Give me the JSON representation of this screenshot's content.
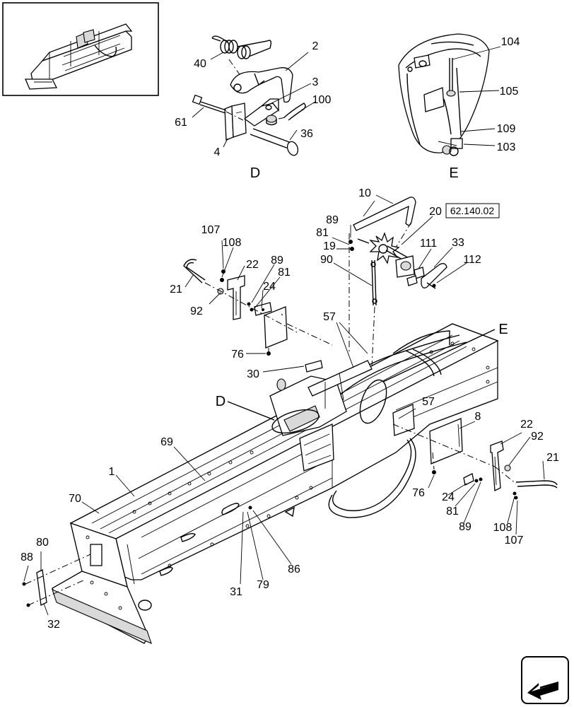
{
  "diagram": {
    "views": {
      "d": "D",
      "e": "E"
    },
    "reference": "62.140.02",
    "labels": [
      {
        "id": "40",
        "text": "40"
      },
      {
        "id": "2",
        "text": "2"
      },
      {
        "id": "3",
        "text": "3"
      },
      {
        "id": "100",
        "text": "100"
      },
      {
        "id": "61",
        "text": "61"
      },
      {
        "id": "36",
        "text": "36"
      },
      {
        "id": "4",
        "text": "4"
      },
      {
        "id": "104",
        "text": "104"
      },
      {
        "id": "105",
        "text": "105"
      },
      {
        "id": "109",
        "text": "109"
      },
      {
        "id": "103",
        "text": "103"
      },
      {
        "id": "10",
        "text": "10"
      },
      {
        "id": "20",
        "text": "20"
      },
      {
        "id": "89a",
        "text": "89"
      },
      {
        "id": "81a",
        "text": "81"
      },
      {
        "id": "19",
        "text": "19"
      },
      {
        "id": "90",
        "text": "90"
      },
      {
        "id": "111",
        "text": "111"
      },
      {
        "id": "33",
        "text": "33"
      },
      {
        "id": "112",
        "text": "112"
      },
      {
        "id": "107a",
        "text": "107"
      },
      {
        "id": "108a",
        "text": "108"
      },
      {
        "id": "22a",
        "text": "22"
      },
      {
        "id": "89b",
        "text": "89"
      },
      {
        "id": "81b",
        "text": "81"
      },
      {
        "id": "24a",
        "text": "24"
      },
      {
        "id": "21a",
        "text": "21"
      },
      {
        "id": "92a",
        "text": "92"
      },
      {
        "id": "57a",
        "text": "57"
      },
      {
        "id": "76a",
        "text": "76"
      },
      {
        "id": "30",
        "text": "30"
      },
      {
        "id": "57b",
        "text": "57"
      },
      {
        "id": "8",
        "text": "8"
      },
      {
        "id": "22b",
        "text": "22"
      },
      {
        "id": "92b",
        "text": "92"
      },
      {
        "id": "21b",
        "text": "21"
      },
      {
        "id": "69",
        "text": "69"
      },
      {
        "id": "1",
        "text": "1"
      },
      {
        "id": "70",
        "text": "70"
      },
      {
        "id": "76b",
        "text": "76"
      },
      {
        "id": "24b",
        "text": "24"
      },
      {
        "id": "81c",
        "text": "81"
      },
      {
        "id": "89c",
        "text": "89"
      },
      {
        "id": "108b",
        "text": "108"
      },
      {
        "id": "107b",
        "text": "107"
      },
      {
        "id": "88",
        "text": "88"
      },
      {
        "id": "80",
        "text": "80"
      },
      {
        "id": "31",
        "text": "31"
      },
      {
        "id": "79",
        "text": "79"
      },
      {
        "id": "86",
        "text": "86"
      },
      {
        "id": "32",
        "text": "32"
      }
    ],
    "callouts": {
      "d": "D",
      "e": "E"
    }
  }
}
